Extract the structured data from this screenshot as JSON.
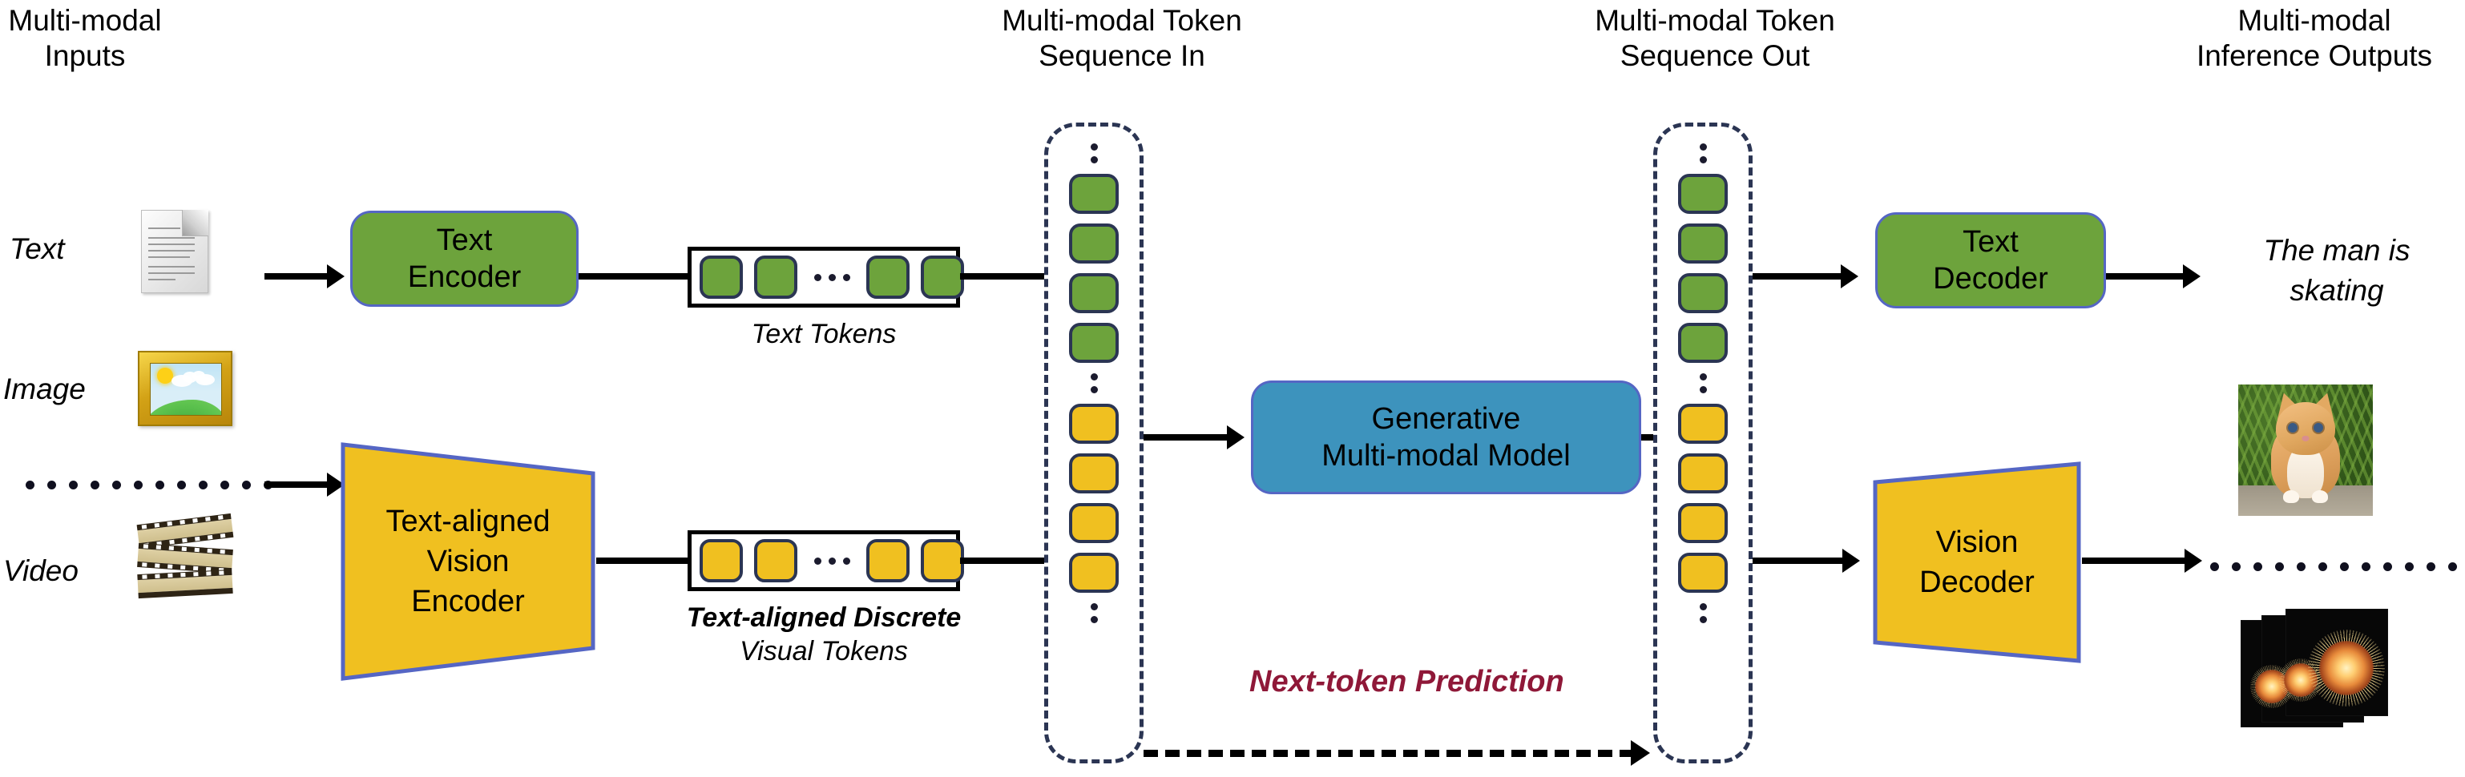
{
  "headers": {
    "inputs": "Multi-modal\nInputs",
    "seq_in": "Multi-modal Token\nSequence In",
    "seq_out": "Multi-modal Token\nSequence Out",
    "outputs": "Multi-modal\nInference Outputs"
  },
  "inputs": {
    "text_label": "Text",
    "image_label": "Image",
    "video_label": "Video",
    "text_icon": "document-icon",
    "image_icon": "framed-picture-icon",
    "video_icon": "film-strip-icon",
    "ellipsis": "vertical-ellipsis-separator"
  },
  "encoders": {
    "text_encoder": "Text\nEncoder",
    "vision_encoder": "Text-aligned\nVision\nEncoder"
  },
  "tokens": {
    "text_caption": "Text Tokens",
    "visual_caption_bold": "Text-aligned Discrete",
    "visual_caption": "Visual Tokens",
    "text_row": [
      "green",
      "green",
      "ellipsis",
      "green",
      "green"
    ],
    "visual_row": [
      "yellow",
      "yellow",
      "ellipsis",
      "yellow",
      "yellow"
    ]
  },
  "sequence_in": {
    "items": [
      "dots",
      "green",
      "green",
      "green",
      "green",
      "dots",
      "yellow",
      "yellow",
      "yellow",
      "yellow",
      "dots"
    ]
  },
  "sequence_out": {
    "items": [
      "dots",
      "green",
      "green",
      "green",
      "green",
      "dots",
      "yellow",
      "yellow",
      "yellow",
      "yellow",
      "dots"
    ]
  },
  "model": {
    "label": "Generative\nMulti-modal Model",
    "next_token": "Next-token Prediction"
  },
  "decoders": {
    "text_decoder": "Text\nDecoder",
    "vision_decoder": "Vision\nDecoder"
  },
  "outputs": {
    "text_result": "The man is\nskating",
    "image_icon": "kitten-photo",
    "video_icon": "fireworks-video-frames",
    "ellipsis": "vertical-ellipsis-separator"
  },
  "colors": {
    "green": "#6da33c",
    "yellow": "#f0c020",
    "blue": "#3d93bd",
    "box_border": "#5566c4",
    "token_border": "#2b3553",
    "accent_text": "#8f1838",
    "arrow": "#000000"
  }
}
